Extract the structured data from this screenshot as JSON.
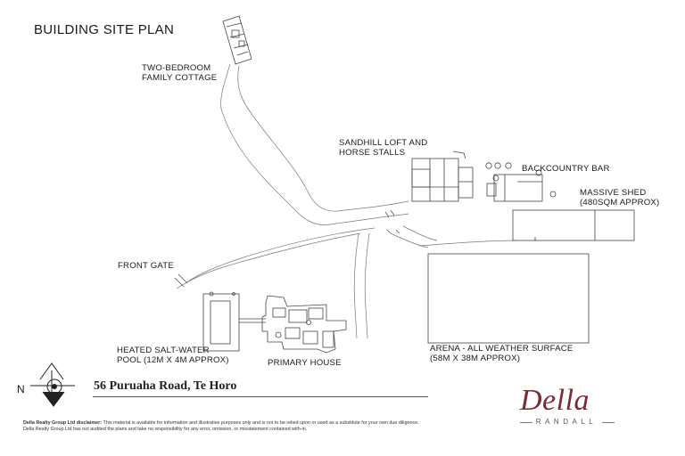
{
  "title": "BUILDING SITE PLAN",
  "labels": {
    "cottage_1": "TWO-BEDROOM",
    "cottage_2": "FAMILY COTTAGE",
    "sandhill_1": "SANDHILL LOFT AND",
    "sandhill_2": "HORSE STALLS",
    "bar": "BACKCOUNTRY BAR",
    "shed_1": "MASSIVE SHED",
    "shed_2": "(480SQM APPROX)",
    "gate": "FRONT GATE",
    "pool_1": "HEATED SALT-WATER",
    "pool_2": "POOL (12M X 4M APPROX)",
    "house": "PRIMARY HOUSE",
    "arena_1": "ARENA - ALL WEATHER SURFACE",
    "arena_2": "(58M X 38M APPROX)"
  },
  "address": "56 Puruaha Road, Te Horo",
  "compass": {
    "letter": "N"
  },
  "disclaimer": {
    "line1_bold": "Della Realty Group Ltd disclaimer:",
    "line1_rest": " This material is available for information and illustrative purposes only and is not to be relied upon or used as a substitute for your own due diligence.",
    "line2": "Della Realty Group Ltd has not audited the plans and take no responsibility for any error, omission, or misstatement contained with-in."
  },
  "logo": {
    "name": "Della",
    "sub": "RANDALL",
    "color": "#7d2a33"
  }
}
